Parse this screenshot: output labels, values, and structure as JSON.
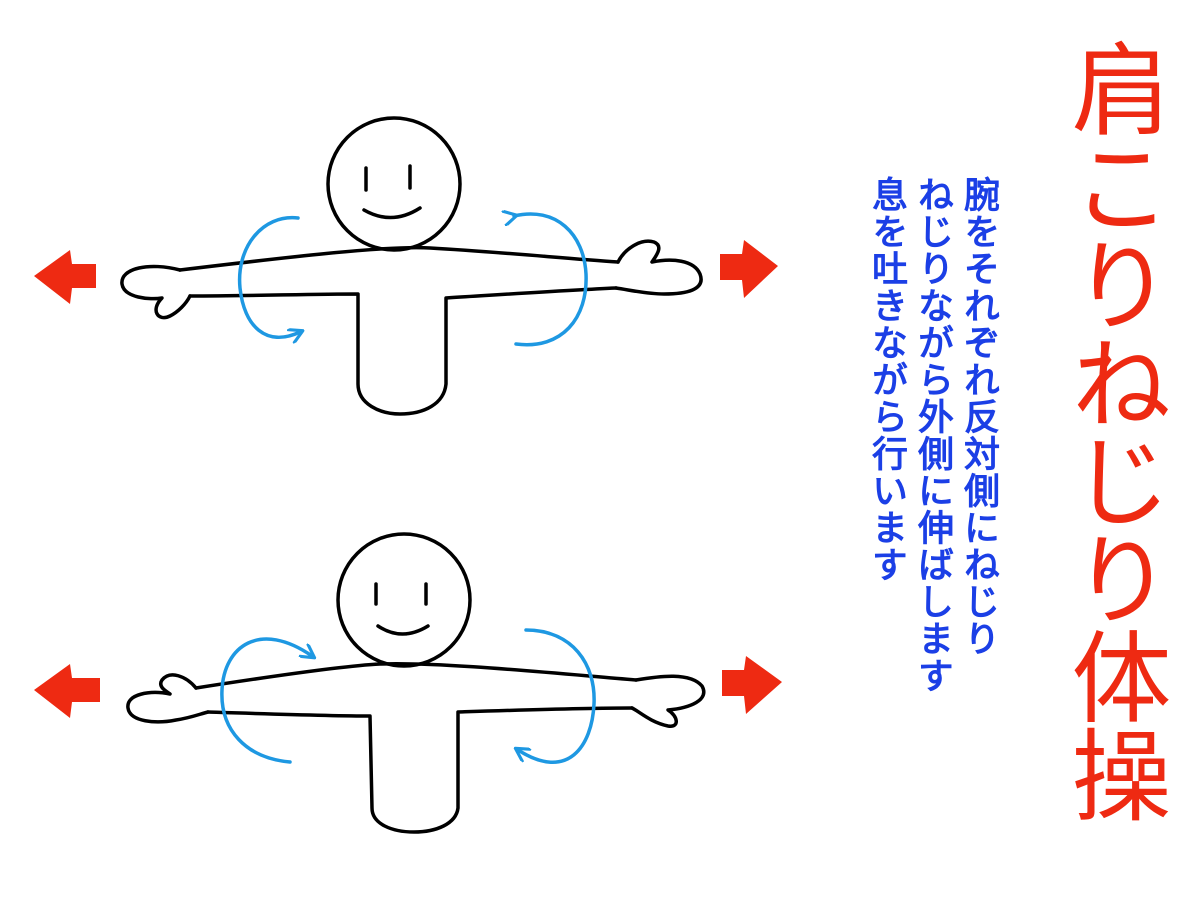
{
  "title": "肩こりねじり体操",
  "instructions": [
    "腕をそれぞれ反対側にねじり",
    "ねじりながら外側に伸ばします",
    "息を吐きながら行います"
  ],
  "colors": {
    "title": "#ee2a12",
    "instructions": "#1b3fe6",
    "rotation_arrows": "#1e98e2",
    "direction_arrows": "#ee2a12",
    "figure_line": "#000000"
  },
  "icons": {
    "figure": "stick-figure-icon",
    "rotation": "curved-rotation-arrow-icon",
    "direction": "outward-arrow-icon"
  }
}
